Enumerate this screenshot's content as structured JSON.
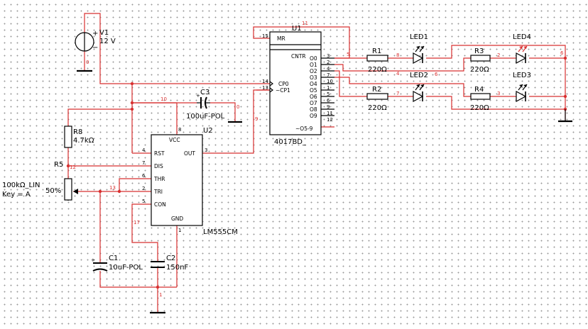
{
  "diagram": {
    "v1": {
      "ref": "V1",
      "value": "12 V",
      "plus": "+",
      "minus": "−"
    },
    "u1": {
      "ref": "U1",
      "part": "4017BD_",
      "mr": "MR",
      "cntr": "CNTR",
      "cp0": "CP0",
      "cp1": "~CP1",
      "o59": "~O5-9",
      "pins_left": [
        "15",
        "14",
        "13"
      ],
      "pins_right": [
        "3",
        "2",
        "4",
        "7",
        "10",
        "1",
        "5",
        "6",
        "9",
        "11",
        "12"
      ],
      "outputs": [
        "O0",
        "O1",
        "O2",
        "O3",
        "O4",
        "O5",
        "O6",
        "O7",
        "O8",
        "O9"
      ]
    },
    "u2": {
      "ref": "U2",
      "part": "LM555CM",
      "vcc": "VCC",
      "rst": "RST",
      "dis": "DIS",
      "thr": "THR",
      "tri": "TRI",
      "con": "CON",
      "gnd": "GND",
      "out": "OUT",
      "pins": {
        "vcc": "8",
        "rst": "4",
        "dis": "7",
        "thr": "6",
        "tri": "2",
        "con": "5",
        "gnd": "1",
        "out": "3"
      }
    },
    "r1": {
      "ref": "R1",
      "value": "220Ω"
    },
    "r2": {
      "ref": "R2",
      "value": "220Ω"
    },
    "r3": {
      "ref": "R3",
      "value": "220Ω"
    },
    "r4": {
      "ref": "R4",
      "value": "220Ω"
    },
    "r8": {
      "ref": "R8",
      "value": "4.7kΩ"
    },
    "r5": {
      "ref": "R5",
      "value": "100kΩ_LIN",
      "key": "Key = A",
      "setting": "50%"
    },
    "c1": {
      "ref": "C1",
      "value": "10uF-POL",
      "plus": "+"
    },
    "c2": {
      "ref": "C2",
      "value": "150nF"
    },
    "c3": {
      "ref": "C3",
      "value": "100uF-POL",
      "plus": "+"
    },
    "leds": [
      {
        "ref": "LED1"
      },
      {
        "ref": "LED2"
      },
      {
        "ref": "LED3"
      },
      {
        "ref": "LED4"
      }
    ],
    "net_labels": {
      "n0": "0",
      "n1": "11",
      "n2": "10",
      "n3": "0",
      "n4": "9",
      "n5": "12",
      "n6": "13",
      "n7": "17",
      "n8": "8",
      "n9": "1",
      "n10": "5",
      "n11": "4",
      "n12": "7",
      "n13": "6",
      "n14": "2",
      "n15": "3",
      "n16": "6"
    },
    "colors": {
      "wire": "#d83030",
      "component": "#000000",
      "lit_led": "#d83030",
      "grid": "#9a9a9a"
    }
  }
}
